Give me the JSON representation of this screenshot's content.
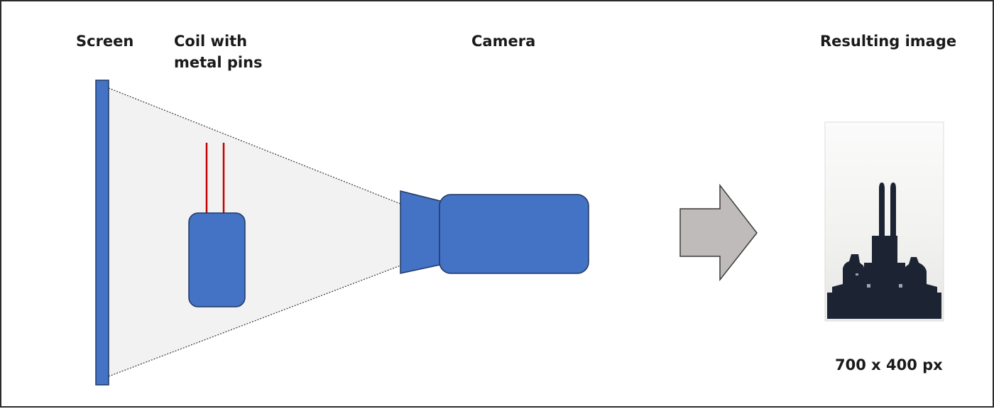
{
  "labels": {
    "screen": "Screen",
    "coil_line1": "Coil with",
    "coil_line2": "metal pins",
    "camera": "Camera",
    "resulting_image": "Resulting image",
    "resolution": "700 x 400 px"
  },
  "colors": {
    "blue": "#4472C4",
    "blue_stroke": "#1F3864",
    "pin_red": "#C00000",
    "cone_fill": "#F2F2F2",
    "arrow_gray": "#BFBBBA",
    "silhouette": "#1C2333"
  },
  "icons": {
    "arrow": "right-arrow-icon"
  }
}
